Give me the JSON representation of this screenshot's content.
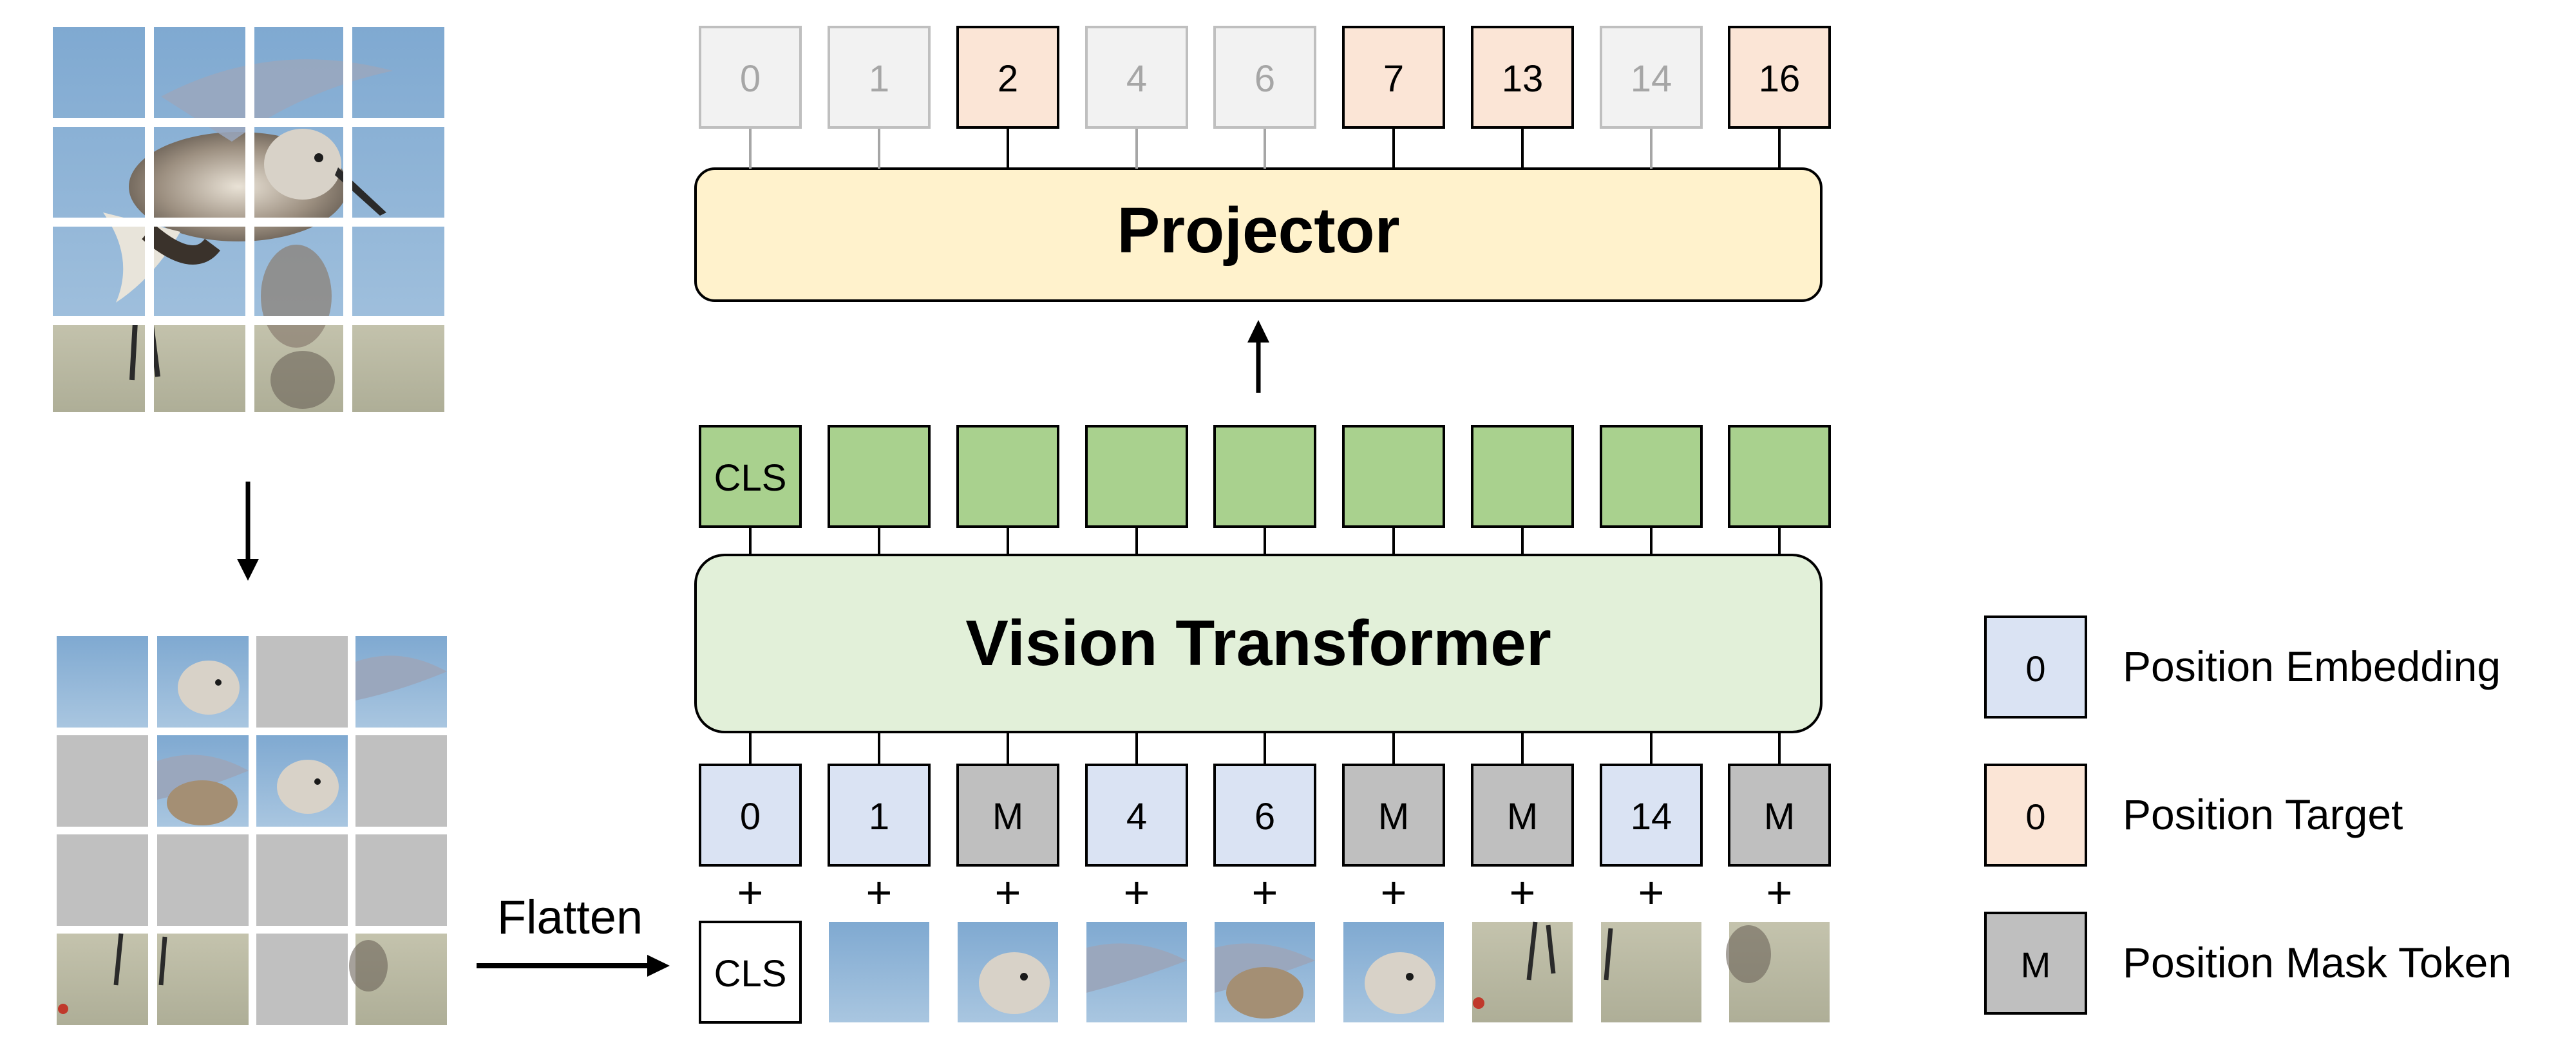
{
  "projector": {
    "label": "Projector"
  },
  "transformer": {
    "label": "Vision Transformer"
  },
  "flatten_label": "Flatten",
  "output_targets": [
    {
      "label": "0",
      "active": false
    },
    {
      "label": "1",
      "active": false
    },
    {
      "label": "2",
      "active": true
    },
    {
      "label": "4",
      "active": false
    },
    {
      "label": "6",
      "active": false
    },
    {
      "label": "7",
      "active": true
    },
    {
      "label": "13",
      "active": true
    },
    {
      "label": "14",
      "active": false
    },
    {
      "label": "16",
      "active": true
    }
  ],
  "features": [
    {
      "label": "CLS"
    },
    {
      "label": ""
    },
    {
      "label": ""
    },
    {
      "label": ""
    },
    {
      "label": ""
    },
    {
      "label": ""
    },
    {
      "label": ""
    },
    {
      "label": ""
    },
    {
      "label": ""
    }
  ],
  "input_tokens": [
    {
      "label": "0",
      "kind": "embedding"
    },
    {
      "label": "1",
      "kind": "embedding"
    },
    {
      "label": "M",
      "kind": "mask"
    },
    {
      "label": "4",
      "kind": "embedding"
    },
    {
      "label": "6",
      "kind": "embedding"
    },
    {
      "label": "M",
      "kind": "mask"
    },
    {
      "label": "M",
      "kind": "mask"
    },
    {
      "label": "14",
      "kind": "embedding"
    },
    {
      "label": "M",
      "kind": "mask"
    }
  ],
  "plus_sign": "+",
  "flattened_patches": [
    {
      "label": "CLS",
      "content": "cls"
    },
    {
      "label": "",
      "content": "sky"
    },
    {
      "label": "",
      "content": "bird-head"
    },
    {
      "label": "",
      "content": "wing"
    },
    {
      "label": "",
      "content": "bird-body"
    },
    {
      "label": "",
      "content": "bird-head-2"
    },
    {
      "label": "",
      "content": "ground-watermark"
    },
    {
      "label": "",
      "content": "ground"
    },
    {
      "label": "",
      "content": "ground-blur"
    }
  ],
  "legend": [
    {
      "swatch_label": "0",
      "text": "Position Embedding",
      "kind": "embedding"
    },
    {
      "swatch_label": "0",
      "text": "Position Target",
      "kind": "target"
    },
    {
      "swatch_label": "M",
      "text": "Position Mask Token",
      "kind": "mask"
    }
  ],
  "colors": {
    "embedding": "#dae3f3",
    "target": "#fbe5d6",
    "mask": "#bfbfbf",
    "inactive_fill": "#f2f2f2",
    "inactive_stroke": "#bfbfbf",
    "inactive_text": "#a6a6a6",
    "feature": "#a9d18e",
    "transformer": "#e2f0d9",
    "projector": "#fff2cc",
    "sky": "#8fb4d6",
    "ground": "#b7b59e",
    "masked_patch": "#c0c0c0"
  }
}
